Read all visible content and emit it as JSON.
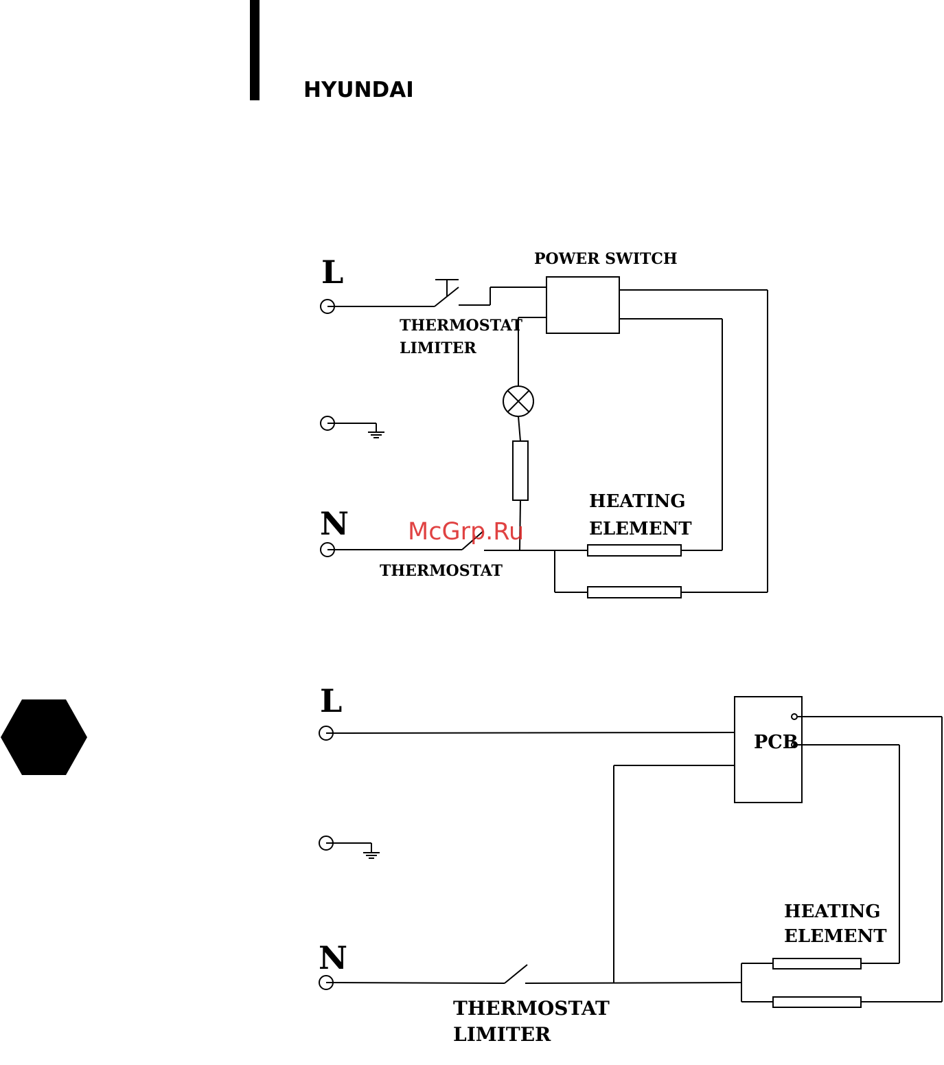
{
  "header": {
    "brand": "HYUNDAI"
  },
  "watermark": "McGrp.Ru",
  "diagram1": {
    "line_label": "L",
    "neutral_label": "N",
    "power_switch_label": "POWER SWITCH",
    "thermostat_limiter_label": [
      "THERMOSTAT",
      "LIMITER"
    ],
    "heating_element_label": [
      "HEATING",
      "ELEMENT"
    ],
    "thermostat_label": "THERMOSTAT"
  },
  "diagram2": {
    "line_label": "L",
    "neutral_label": "N",
    "pcb_label": "PCB",
    "heating_element_label": [
      "HEATING",
      "ELEMENT"
    ],
    "thermostat_limiter_label": [
      "THERMOSTAT",
      "LIMITER"
    ]
  }
}
